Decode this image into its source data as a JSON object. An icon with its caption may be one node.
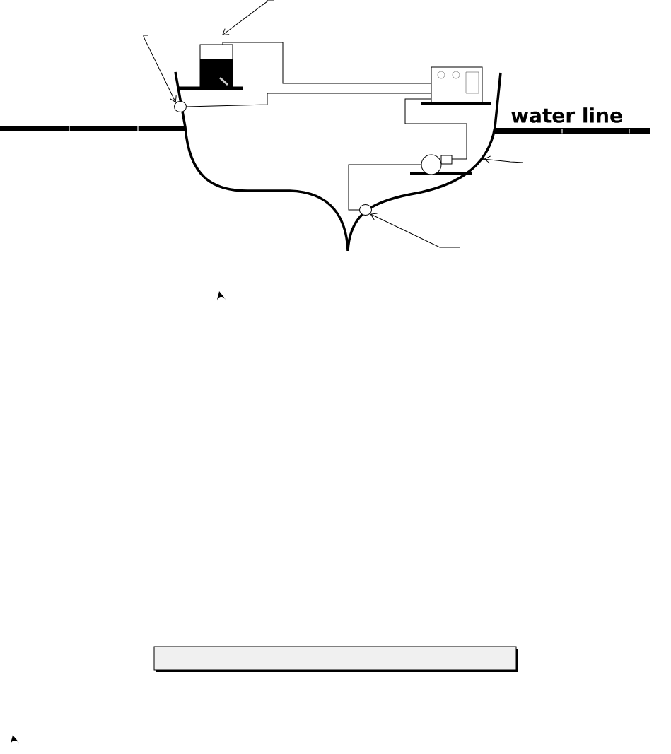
{
  "diagram": {
    "nodes": [
      {
        "text": [],
        "shape": "box"
      },
      {
        "text": [],
        "shape": "circle"
      },
      {
        "text": [],
        "shape": "box"
      },
      {
        "text": [],
        "shape": "circle"
      },
      {
        "text": [],
        "shape": "circle"
      },
      {
        "text": [],
        "shape": "hull"
      }
    ],
    "edges": [
      {
        "from": 0,
        "to": 2,
        "arrow": "none"
      },
      {
        "from": 1,
        "to": 2,
        "arrow": "none"
      },
      {
        "from": 2,
        "to": 3,
        "arrow": "none"
      },
      {
        "from": 3,
        "to": 4,
        "arrow": "none"
      },
      {
        "from": null,
        "to": 0,
        "arrow": "to"
      },
      {
        "from": null,
        "to": 1,
        "arrow": "to"
      },
      {
        "from": null,
        "to": 5,
        "arrow": "to"
      },
      {
        "from": null,
        "to": 4,
        "arrow": "to"
      }
    ],
    "labels": [
      "water line"
    ]
  }
}
